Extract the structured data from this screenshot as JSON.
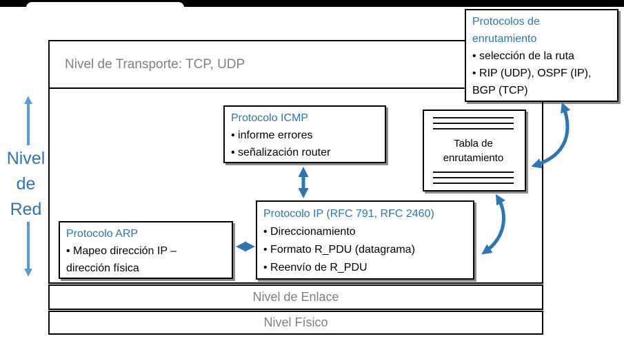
{
  "layers": {
    "transport_label": "Nivel de Transporte: TCP, UDP",
    "link_label": "Nivel de Enlace",
    "physical_label": "Nivel Físico"
  },
  "side_label": {
    "line1": "Nivel",
    "line2": "de",
    "line3": "Red"
  },
  "boxes": {
    "routing_protocols": {
      "title_line1": "Protocolos de",
      "title_line2": "enrutamiento",
      "line1": "• selección de la ruta",
      "line2": "• RIP (UDP), OSPF (IP),",
      "line3": "BGP (TCP)"
    },
    "icmp": {
      "title": "Protocolo ICMP",
      "line1": "• informe errores",
      "line2": "• señalización router"
    },
    "routing_table": {
      "label_line1": "Tabla de",
      "label_line2": "enrutamiento"
    },
    "ip": {
      "title": "Protocolo IP (RFC 791, RFC 2460)",
      "line1": "• Direccionamiento",
      "line2": "• Formato R_PDU (datagrama)",
      "line3": "• Reenvío de R_PDU"
    },
    "arp": {
      "title": "Protocolo ARP",
      "line1": "• Mapeo dirección IP –",
      "line2": "dirección física"
    }
  },
  "colors": {
    "accent_blue": "#2E75B6",
    "light_arrow_blue": "#5B9BD5",
    "gray_text": "#7F7F7F",
    "border_black": "#000000"
  }
}
